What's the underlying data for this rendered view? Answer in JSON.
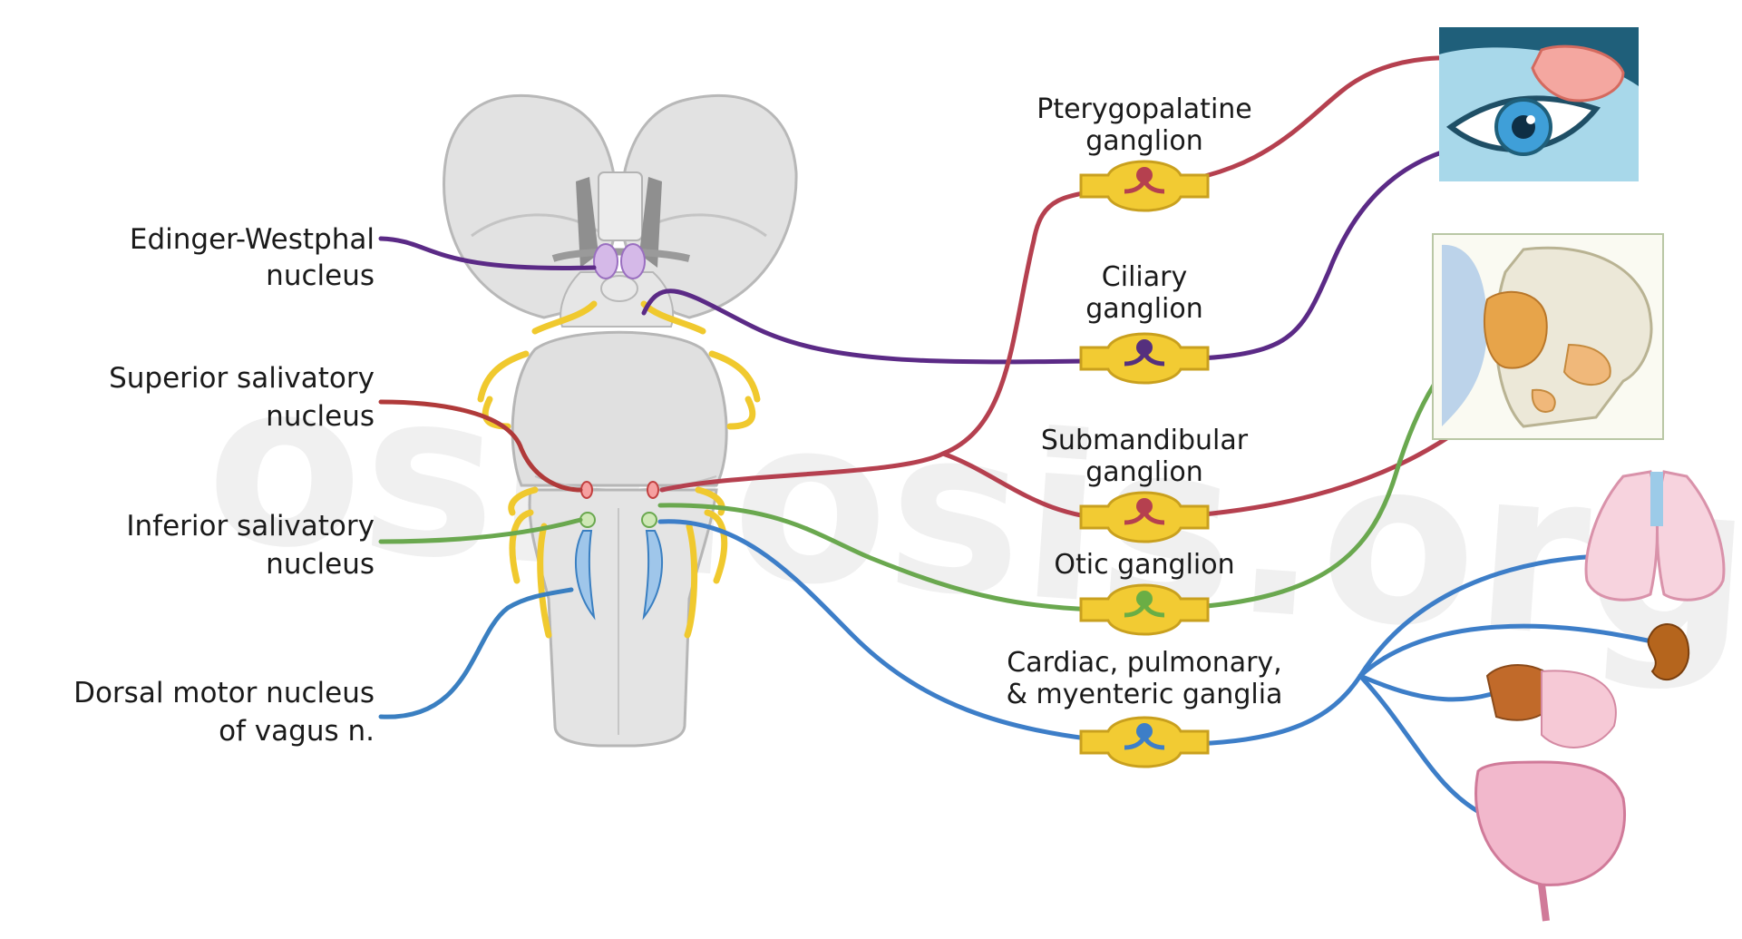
{
  "watermark": "osmosis.org",
  "nuclei": [
    {
      "id": "edinger",
      "line1": "Edinger-Westphal",
      "line2": "nucleus",
      "color": "#5b2a86"
    },
    {
      "id": "superior",
      "line1": "Superior salivatory",
      "line2": "nucleus",
      "color": "#b03a3a"
    },
    {
      "id": "inferior",
      "line1": "Inferior salivatory",
      "line2": "nucleus",
      "color": "#6aa84f"
    },
    {
      "id": "dorsal",
      "line1": "Dorsal motor nucleus",
      "line2": "of vagus n.",
      "color": "#3a7fc1"
    }
  ],
  "ganglia": [
    {
      "id": "pterygopalatine",
      "line1": "Pterygopalatine",
      "line2": "ganglion",
      "color": "#b5404f"
    },
    {
      "id": "ciliary",
      "line1": "Ciliary",
      "line2": "ganglion",
      "color": "#55307e"
    },
    {
      "id": "submandibular",
      "line1": "Submandibular",
      "line2": "ganglion",
      "color": "#b5404f"
    },
    {
      "id": "otic",
      "line1": "Otic ganglion",
      "line2": "",
      "color": "#6aae45"
    },
    {
      "id": "cardiac",
      "line1": "Cardiac, pulmonary,",
      "line2": "& myenteric ganglia",
      "color": "#3d7ec8"
    }
  ],
  "colors": {
    "ganglion_fill": "#f2cb33",
    "ganglion_stroke": "#c9a01e",
    "brainstem": "#dcdcdc",
    "brainstem_stroke": "#b6b6b6",
    "nerve_yellow": "#f0c92e"
  }
}
